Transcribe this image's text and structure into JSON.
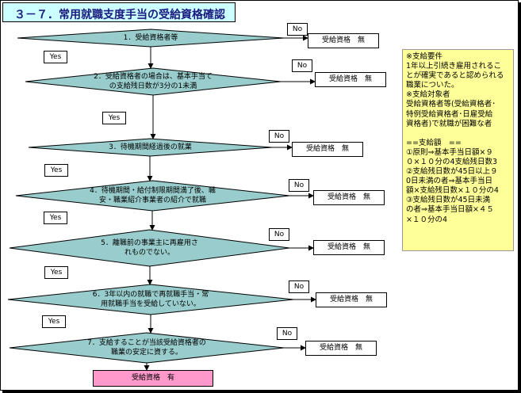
{
  "title": "３－７．常用就職支度手当の受給資格確認",
  "steps": [
    {
      "lines": [
        "1．受給資格者等"
      ]
    },
    {
      "lines": [
        "2．受給資格者の場合は、基本手当て",
        "の支給残日数が3分の1未満"
      ]
    },
    {
      "lines": [
        "3．待機期間経過後の就業"
      ]
    },
    {
      "lines": [
        "4．待機期間・給付制限期間満了後、職",
        "安・職業紹介事業者の紹介で就職"
      ]
    },
    {
      "lines": [
        "5．離職前の事業主に再雇用さ",
        "れものでない。"
      ]
    },
    {
      "lines": [
        "6．3年以内の就職で再就職手当・常",
        "用就職手当を受給していない。"
      ]
    },
    {
      "lines": [
        "7．支給することが当該受給資格者の",
        "職業の安定に資する。"
      ]
    }
  ],
  "yes_label": "Yes",
  "no_label": "No",
  "result_no": "受給資格　無",
  "result_yes": "受給資格　有",
  "notes": [
    "※支給要件",
    "1年以上引続き雇用されるこ",
    "とが確実であると認められる",
    "職業についた。",
    "※支給対象者",
    "受給資格者等(受給資格者･",
    "特例受給資格者･日雇受給",
    "資格者)で就職が困難な者",
    "",
    "==支給額　==",
    "①原則⇒基本手当日額×９",
    "０×１０分の4支給残日数3",
    "②支給残日数が45日以上９",
    "0日未満の者⇒基本手当日",
    "額×支給残日数×１０分の4",
    "③支給残日数が45日未満",
    "の者⇒基本手当日額×４５",
    "×１０分の4"
  ],
  "colors": {
    "diamond_fill": "#99cccc",
    "title_bg": "#ccffff",
    "title_text": "#1a1a80",
    "note_bg": "#ffff99",
    "final_bg": "#ff99cc"
  }
}
